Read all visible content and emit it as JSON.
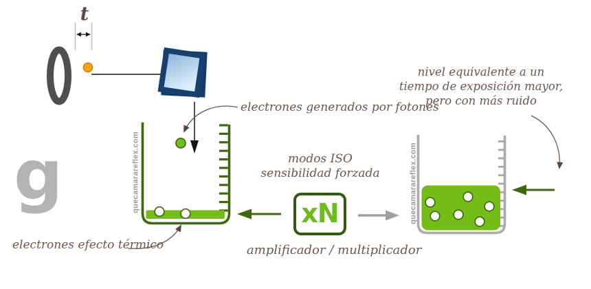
{
  "diagram": {
    "title_context": "sensor ISO amplification diagram",
    "time_label": "t",
    "logo_letter": "g",
    "watermark": "quecamarareflex.com",
    "amplifier": {
      "box_label": "xN",
      "mode_line1": "modos ISO",
      "mode_line2": "sensibilidad forzada",
      "caption": "amplificador / multiplicador"
    },
    "annotations": {
      "photon_electrons": "electrones generados por fotones",
      "thermal_electrons": "electrones efecto térmico",
      "noise_note_line1": "nivel equivalente a un",
      "noise_note_line2": "tiempo de exposición mayor,",
      "noise_note_line3": "pero con más ruido"
    },
    "electron_counts": {
      "left_container_bottom": 2,
      "right_container_fill": 6,
      "falling": 1
    },
    "colors": {
      "dark_green": "#3d680c",
      "bright_green": "#74bc18",
      "xn_text_green": "#6cbc1a",
      "container_gray": "#ababab",
      "arrow_gray": "#9f9f9f",
      "annotation_brown": "#6d564b",
      "sensor_navy": "#17406f",
      "photon_orange": "#ffa718",
      "logo_gray": "#b4b4b4"
    }
  }
}
